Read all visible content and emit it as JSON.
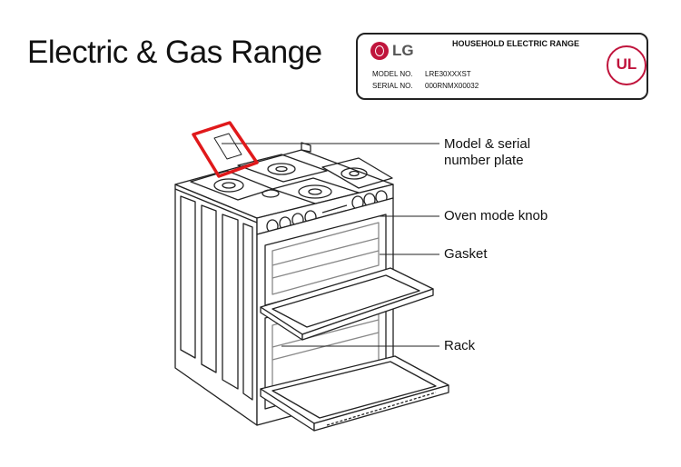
{
  "title": "Electric & Gas Range",
  "plate": {
    "brand": "LG",
    "heading": "HOUSEHOLD ELECTRIC RANGE",
    "model_label": "MODEL NO.",
    "model_value": "LRE30XXXST",
    "serial_label": "SERIAL NO.",
    "serial_value": "000RNMX00032",
    "cert_mark": "UL"
  },
  "callouts": {
    "model_plate_line1": "Model & serial",
    "model_plate_line2": "number plate",
    "oven_mode_knob": "Oven mode knob",
    "gasket": "Gasket",
    "rack": "Rack"
  },
  "colors": {
    "highlight": "#e0191b",
    "brand": "#c0143c",
    "line": "#222222"
  }
}
